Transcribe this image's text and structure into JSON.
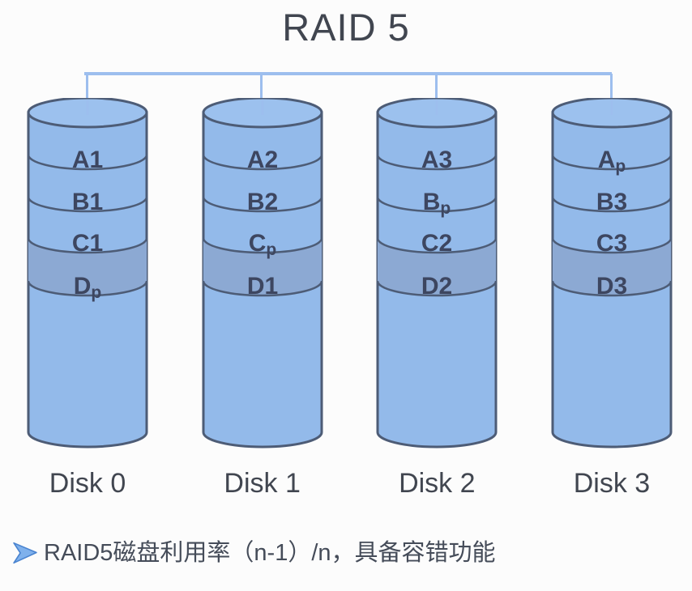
{
  "title": "RAID 5",
  "disks": [
    {
      "name": "Disk 0",
      "blocks": [
        {
          "label": "A1",
          "sub": "",
          "shaded": false
        },
        {
          "label": "B1",
          "sub": "",
          "shaded": false
        },
        {
          "label": "C1",
          "sub": "",
          "shaded": false
        },
        {
          "label": "D",
          "sub": "p",
          "shaded": true
        }
      ]
    },
    {
      "name": "Disk 1",
      "blocks": [
        {
          "label": "A2",
          "sub": "",
          "shaded": false
        },
        {
          "label": "B2",
          "sub": "",
          "shaded": false
        },
        {
          "label": "C",
          "sub": "p",
          "shaded": false
        },
        {
          "label": "D1",
          "sub": "",
          "shaded": true
        }
      ]
    },
    {
      "name": "Disk 2",
      "blocks": [
        {
          "label": "A3",
          "sub": "",
          "shaded": false
        },
        {
          "label": "B",
          "sub": "p",
          "shaded": false
        },
        {
          "label": "C2",
          "sub": "",
          "shaded": false
        },
        {
          "label": "D2",
          "sub": "",
          "shaded": true
        }
      ]
    },
    {
      "name": "Disk 3",
      "blocks": [
        {
          "label": "A",
          "sub": "p",
          "shaded": false
        },
        {
          "label": "B3",
          "sub": "",
          "shaded": false
        },
        {
          "label": "C3",
          "sub": "",
          "shaded": false
        },
        {
          "label": "D3",
          "sub": "",
          "shaded": true
        }
      ]
    }
  ],
  "note": {
    "bullet_icon": "arrowhead-bullet-icon",
    "text": "RAID5磁盘利用率（n-1）/n，具备容错功能"
  },
  "colors": {
    "background": "#fcfcfc",
    "cylinder_fill": "#93baea",
    "cylinder_top_fill": "#9cc1ee",
    "shaded_band_fill": "#8ca9d3",
    "outline": "#4d5c76",
    "bus": "#9dbeee",
    "title_text": "#414650",
    "block_text": "#3d4660",
    "note_text": "#454c59",
    "bullet_fill": "#7fb1ec",
    "bullet_stroke": "#4a84d0"
  }
}
